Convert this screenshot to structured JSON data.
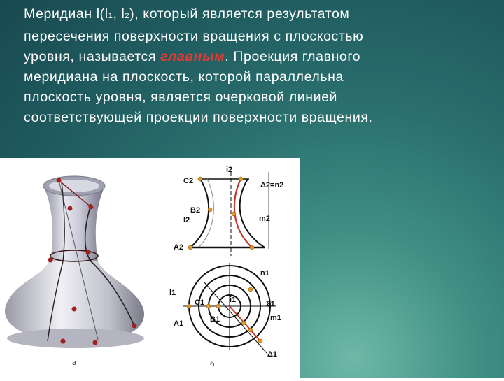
{
  "slide": {
    "line1_prefix": "Меридиан l(l",
    "line1_sub1": "1",
    "line1_mid": ", l",
    "line1_sub2": "2",
    "line1_suffix": "), который является результатом",
    "line2": "пересечения поверхности вращения с плоскостью",
    "line3_prefix": "уровня, называется ",
    "line3_emph": "главным",
    "line3_suffix": ". Проекция главного",
    "line4": "меридиана на плоскость, которой параллельна",
    "line5": "плоскость уровня, является очерковой линией",
    "line6": "соответствующей проекции поверхности вращения."
  },
  "figure": {
    "caption_a": "а",
    "caption_b": "б",
    "front": {
      "i2": "i2",
      "c2": "C2",
      "b2": "B2",
      "l2": "l2",
      "a2": "A2",
      "m2": "m2",
      "delta2_n2": "Δ2=n2"
    },
    "top": {
      "n1": "n1",
      "l1": "l1",
      "c1": "C1",
      "i1": "i1",
      "sigma1": "Σ1",
      "a1": "A1",
      "b1": "B1",
      "m1": "m1",
      "delta1": "Δ1"
    }
  },
  "colors": {
    "accent": "#e53935",
    "text": "#ffffff",
    "point": "#e59a2b",
    "meridian": "#c0392b"
  }
}
